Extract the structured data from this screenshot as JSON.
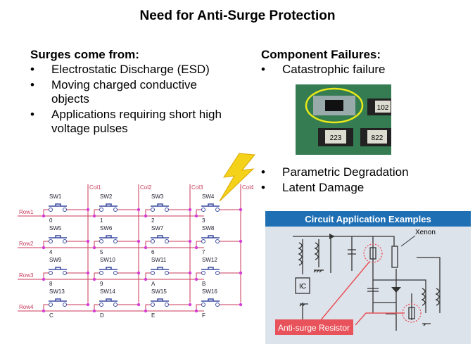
{
  "title": "Need for Anti-Surge Protection",
  "left": {
    "heading": "Surges come from:",
    "items": [
      "Electrostatic Discharge (ESD)",
      "Moving charged conductive objects",
      "Applications requiring short high voltage pulses"
    ]
  },
  "right": {
    "heading": "Component Failures:",
    "items": [
      "Catastrophic failure"
    ],
    "items2": [
      "Parametric Degradation",
      "Latent Damage"
    ]
  },
  "photo": {
    "labels": [
      "102",
      "223",
      "822"
    ]
  },
  "keypad": {
    "rows": [
      "Row1",
      "Row2",
      "Row3",
      "Row4"
    ],
    "cols": [
      "Col1",
      "Col2",
      "Col3",
      "Col4"
    ],
    "switches": [
      "SW1",
      "SW2",
      "SW3",
      "SW4",
      "SW5",
      "SW6",
      "SW7",
      "SW8",
      "SW9",
      "SW10",
      "SW11",
      "SW12",
      "SW13",
      "SW14",
      "SW15",
      "SW16"
    ],
    "keys": [
      "0",
      "1",
      "2",
      "3",
      "4",
      "5",
      "6",
      "7",
      "8",
      "9",
      "A",
      "B",
      "C",
      "D",
      "E",
      "F"
    ]
  },
  "circuit": {
    "header": "Circuit Application Examples",
    "xenon": "Xenon",
    "ic": "IC",
    "callout": "Anti-surge Resistor",
    "colors": {
      "header": "#1f6fb5",
      "body": "#dde3ea",
      "callout": "#e8525a"
    }
  }
}
